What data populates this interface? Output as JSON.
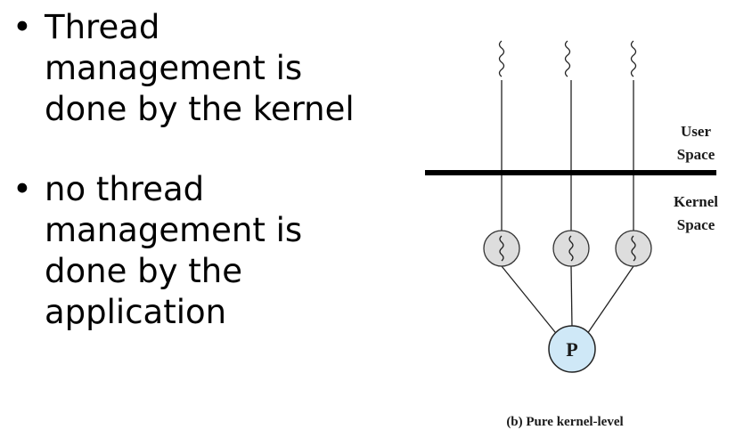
{
  "bullets": [
    {
      "marker": "•",
      "text": "Thread management is done by the kernel"
    },
    {
      "marker": "•",
      "text": "no thread management is done by the application"
    }
  ],
  "diagram": {
    "region_labels": {
      "user_line1": "User",
      "user_line2": "Space",
      "kernel_line1": "Kernel",
      "kernel_line2": "Space"
    },
    "process_label": "P",
    "caption": "(b) Pure kernel-level",
    "colors": {
      "process_fill": "#cfe8f7",
      "kernel_thread_fill": "#dddddd",
      "line": "#222222"
    }
  }
}
